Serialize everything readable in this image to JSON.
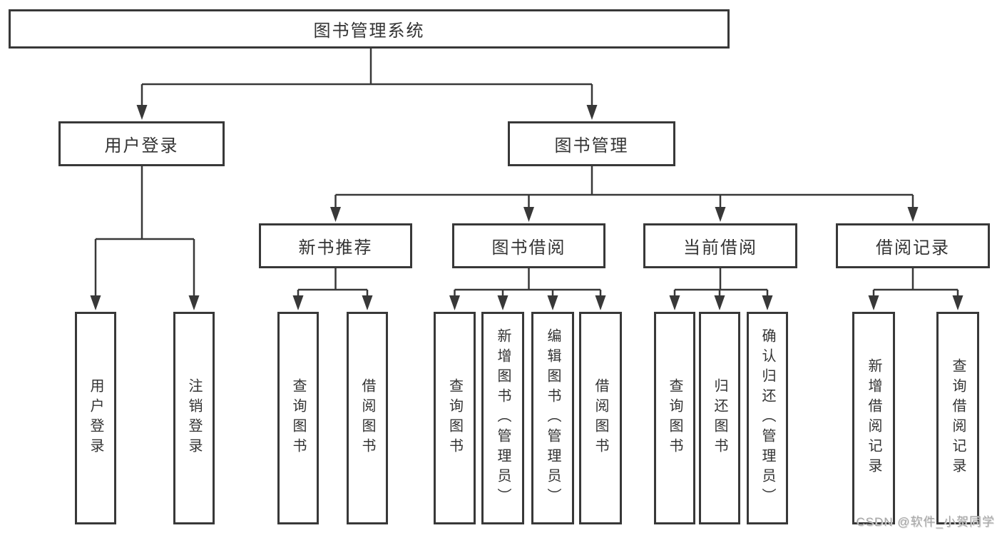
{
  "diagram": {
    "title": "图书管理系统",
    "watermark": "CSDN @软件_小贺同学",
    "colors": {
      "line": "#383838",
      "text": "#333333",
      "background": "#ffffff",
      "watermark": "#a6a6a6"
    },
    "nodes": {
      "root": {
        "label": "图书管理系统"
      },
      "user_login": {
        "label": "用户登录"
      },
      "book_mgmt": {
        "label": "图书管理"
      },
      "new_book_rec": {
        "label": "新书推荐"
      },
      "book_borrow": {
        "label": "图书借阅"
      },
      "current_borrow": {
        "label": "当前借阅"
      },
      "borrow_record": {
        "label": "借阅记录"
      }
    },
    "leaves": {
      "user_login": {
        "label": "用户登录"
      },
      "logout": {
        "label": "注销登录"
      },
      "rec_query_book": {
        "label": "查询图书"
      },
      "rec_borrow_book": {
        "label": "借阅图书"
      },
      "bor_query_book": {
        "label": "查询图书"
      },
      "bor_add_book": {
        "label": "新增图书（管理员）"
      },
      "bor_edit_book": {
        "label": "编辑图书（管理员）"
      },
      "bor_borrow_book": {
        "label": "借阅图书"
      },
      "cur_query_book": {
        "label": "查询图书"
      },
      "cur_return_book": {
        "label": "归还图书"
      },
      "cur_confirm_return": {
        "label": "确认归还（管理员）"
      },
      "recd_add_record": {
        "label": "新增借阅记录"
      },
      "recd_query_record": {
        "label": "查询借阅记录"
      }
    }
  }
}
